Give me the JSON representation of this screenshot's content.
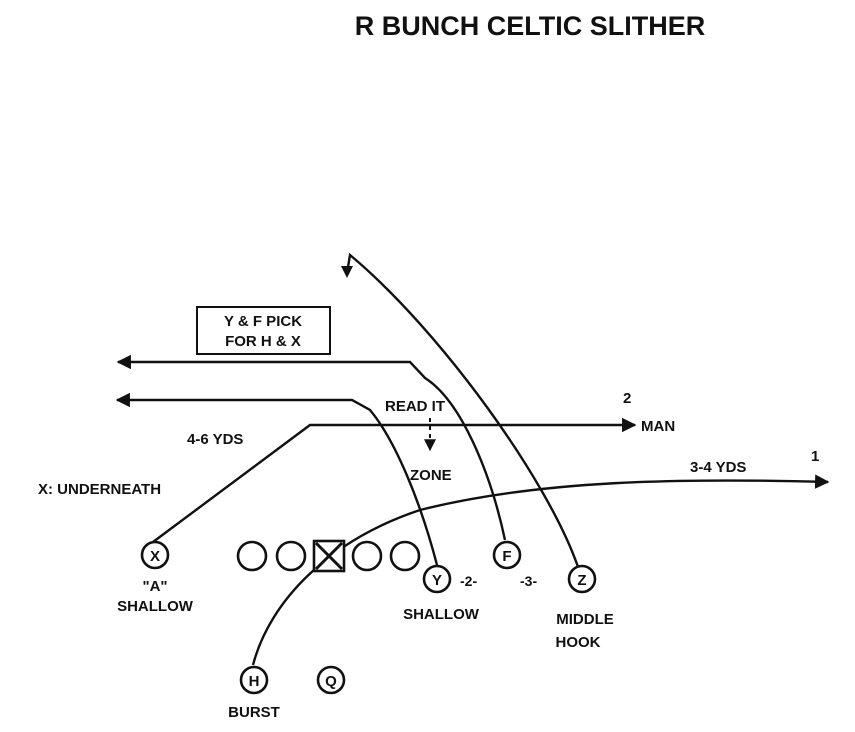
{
  "title": "R BUNCH CELTIC SLITHER",
  "note_box": {
    "line1": "Y & F PICK",
    "line2": "FOR H & X"
  },
  "labels": {
    "read_it": "READ IT",
    "zone": "ZONE",
    "man": "MAN",
    "option_2": "2",
    "option_1": "1",
    "yds_4_6": "4-6 YDS",
    "yds_3_4": "3-4 YDS",
    "x_underneath": "X: UNDERNEATH",
    "split_2": "-2-",
    "split_3": "-3-"
  },
  "players": {
    "x": "X",
    "y": "Y",
    "f": "F",
    "z": "Z",
    "h": "H",
    "q": "Q"
  },
  "assignments": {
    "x_line1": "\"A\"",
    "x_line2": "SHALLOW",
    "y": "SHALLOW",
    "z_line1": "MIDDLE",
    "z_line2": "HOOK",
    "h": "BURST"
  }
}
